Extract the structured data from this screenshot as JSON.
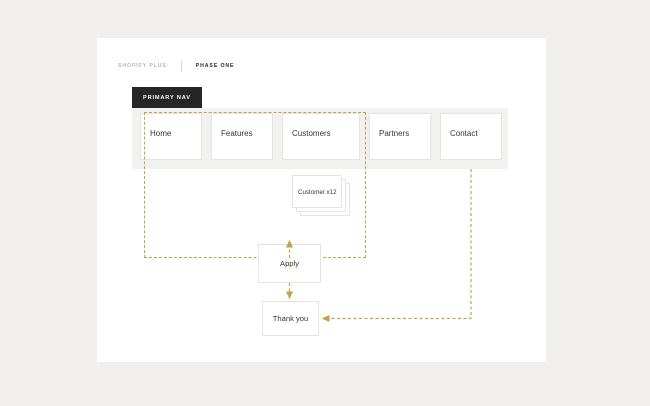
{
  "canvas": {
    "background": "#f0efed",
    "artboard_background": "#ffffff"
  },
  "header": {
    "crumbs": [
      {
        "label": "SHOPIFY PLUS",
        "state": "muted"
      },
      {
        "label": "PHASE ONE",
        "state": "active"
      }
    ],
    "separator": "|"
  },
  "badge": {
    "label": "PRIMARY NAV",
    "background": "#262626",
    "text_color": "#ffffff"
  },
  "nav": {
    "band_background": "#f1f1f0",
    "items": [
      {
        "label": "Home"
      },
      {
        "label": "Features"
      },
      {
        "label": "Customers"
      },
      {
        "label": "Partners"
      },
      {
        "label": "Contact"
      }
    ]
  },
  "group": {
    "stroke": "#c7a14a",
    "style": "dashed"
  },
  "customer_stack": {
    "label": "Customer x12",
    "count": 12,
    "layers": 3
  },
  "flow": {
    "apply": {
      "label": "Apply"
    },
    "thank_you": {
      "label": "Thank you"
    }
  },
  "connectors": {
    "color": "#c7a14a",
    "style": "dashed",
    "edges": [
      {
        "from": "primary-nav-group",
        "to": "apply",
        "direction": "down"
      },
      {
        "from": "apply",
        "to": "thank-you",
        "direction": "down"
      },
      {
        "from": "contact",
        "to": "thank-you",
        "direction": "down-then-left"
      }
    ]
  }
}
